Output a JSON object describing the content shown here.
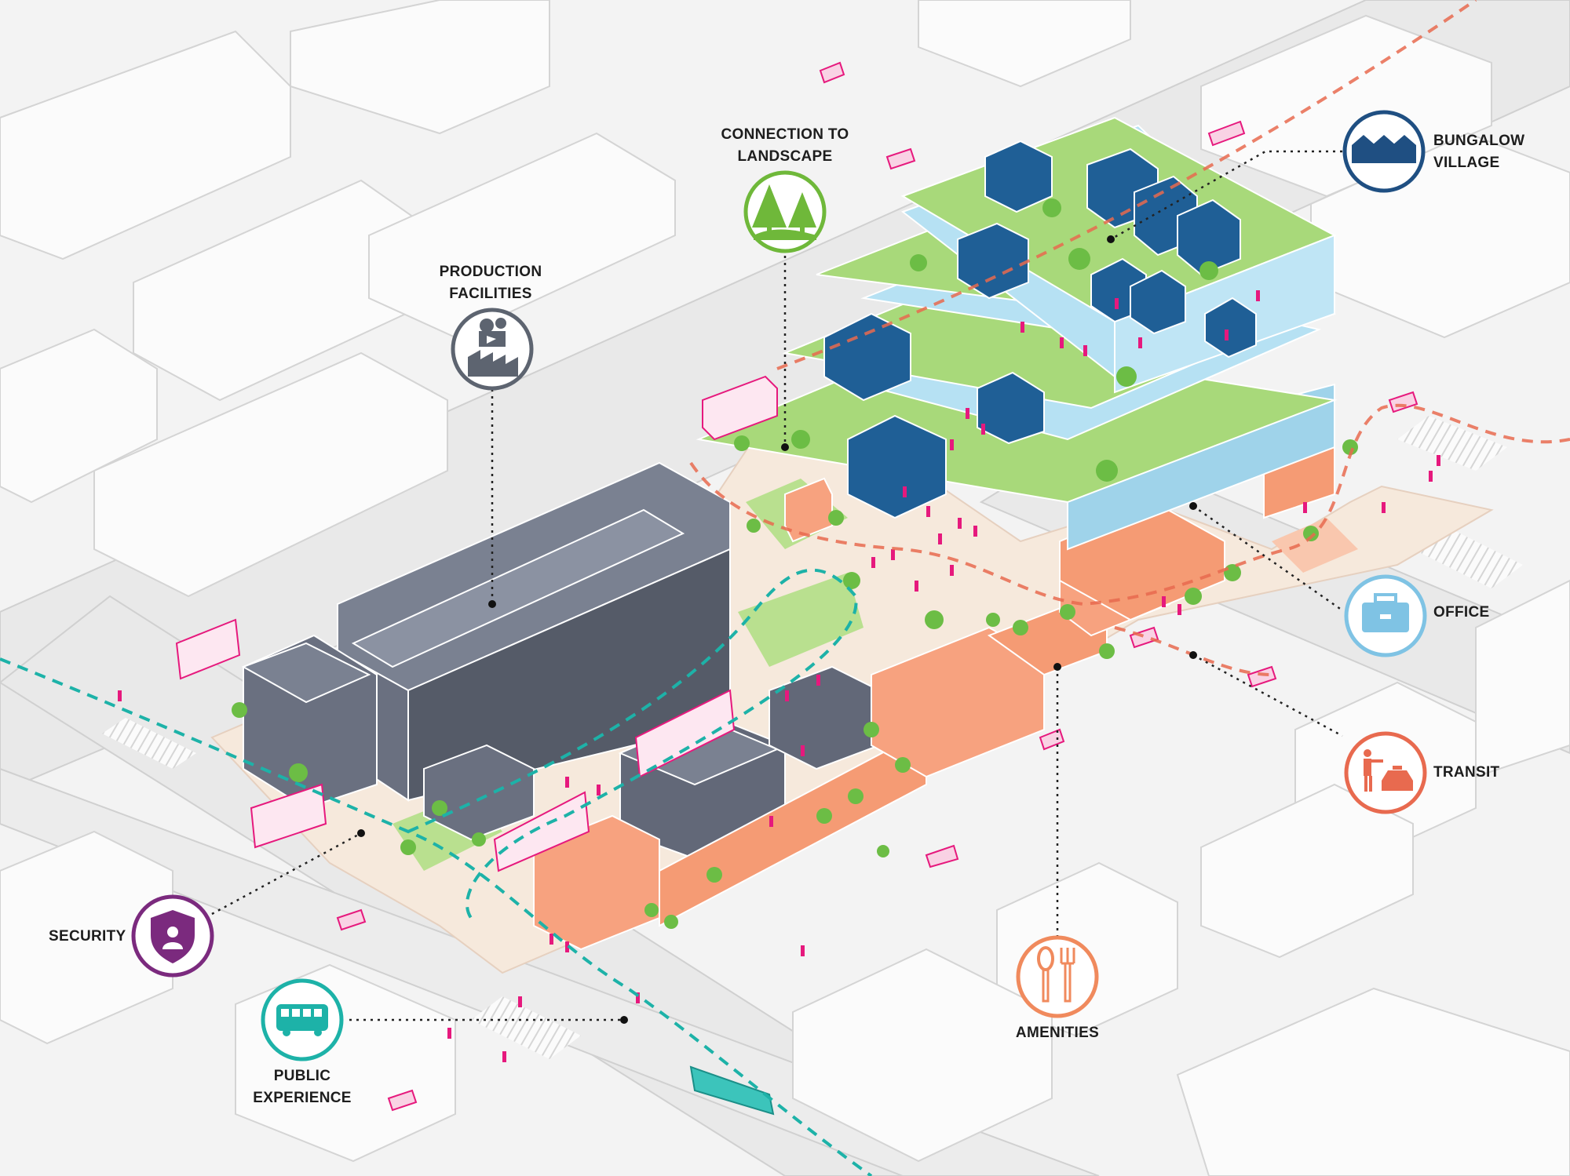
{
  "labels": {
    "connection_to_landscape": [
      "CONNECTION TO",
      "LANDSCAPE"
    ],
    "bungalow_village": [
      "BUNGALOW",
      "VILLAGE"
    ],
    "production_facilities": [
      "PRODUCTION",
      "FACILITIES"
    ],
    "office": "OFFICE",
    "transit": "TRANSIT",
    "security": "SECURITY",
    "amenities": "AMENITIES",
    "public_experience": [
      "PUBLIC",
      "EXPERIENCE"
    ]
  },
  "icons": {
    "connection_to_landscape": {
      "name": "trees-icon",
      "color": "#6fb83a"
    },
    "bungalow_village": {
      "name": "houses-icon",
      "color": "#1f4f82"
    },
    "production_facilities": {
      "name": "film-factory-icon",
      "color": "#5d6470"
    },
    "office": {
      "name": "briefcase-icon",
      "color": "#7fc3e4"
    },
    "transit": {
      "name": "taxi-person-icon",
      "color": "#e86a4f"
    },
    "security": {
      "name": "shield-person-icon",
      "color": "#7b2a7e"
    },
    "amenities": {
      "name": "fork-spoon-icon",
      "color": "#f08a5d"
    },
    "public_experience": {
      "name": "bus-icon",
      "color": "#1db2a8"
    }
  },
  "colors": {
    "background": "#f3f3f3",
    "production": "#5d6470",
    "green_roof": "#a8d97a",
    "glass": "#b6e1f3",
    "bungalow": "#1f5f96",
    "amenities": "#f7a27f",
    "people": "#e6197d",
    "transit_path": "#e86a4f",
    "public_path": "#1db2a8"
  }
}
